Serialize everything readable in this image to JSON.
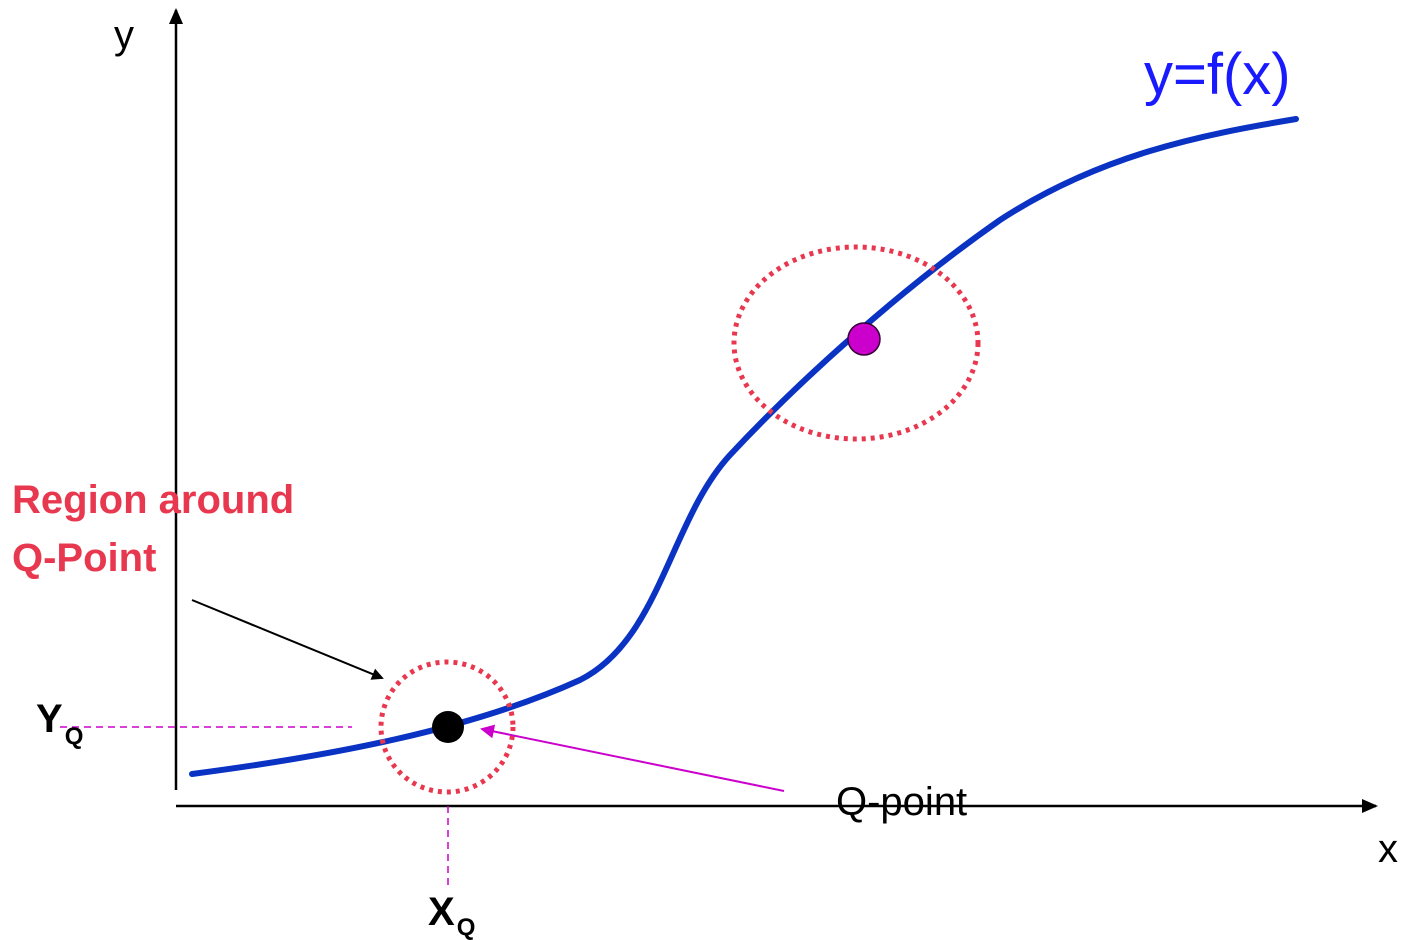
{
  "axes": {
    "x_label": "x",
    "y_label": "y"
  },
  "function_label": "y=f(x)",
  "region_label": {
    "line1": "Region around",
    "line2": "Q-Point"
  },
  "q_point_label": "Q-point",
  "x_q": {
    "main": "X",
    "sub": "Q"
  },
  "y_q": {
    "main": "Y",
    "sub": "Q"
  },
  "colors": {
    "curve": "#0a33c4",
    "function_label": "#1a1aff",
    "region": "#e8384f",
    "arrow_magenta": "#cc00cc",
    "operating_point_upper": "#cc00cc",
    "operating_point_q": "#000000",
    "guide_lines": "#cc00cc",
    "axes": "#000000"
  }
}
